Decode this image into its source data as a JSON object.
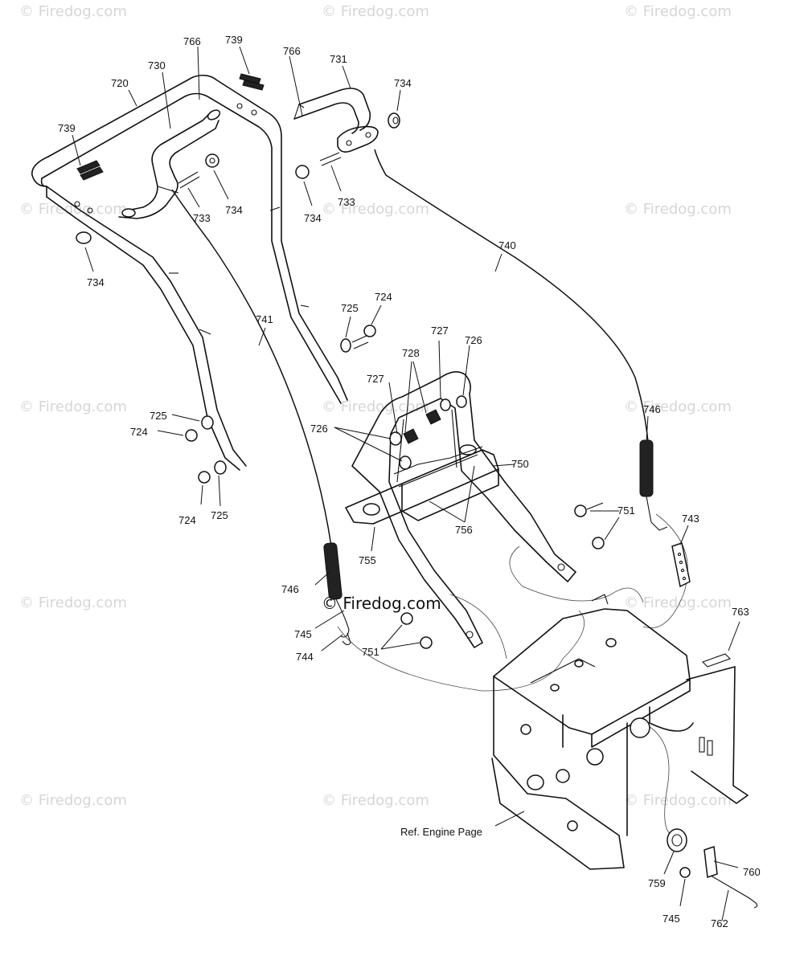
{
  "watermark": {
    "text": "© Firedog.com",
    "center_text": "© Firedog.com"
  },
  "part_numbers": {
    "p720": "720",
    "p730": "730",
    "p766a": "766",
    "p739a": "739",
    "p766b": "766",
    "p731": "731",
    "p734a": "734",
    "p739b": "739",
    "p733a": "733",
    "p734b": "734",
    "p734c": "734",
    "p733b": "733",
    "p734d": "734",
    "p740": "740",
    "p741": "741",
    "p725a": "725",
    "p724a": "724",
    "p727a": "727",
    "p726a": "726",
    "p728": "728",
    "p727b": "727",
    "p726b": "726",
    "p725b": "725",
    "p724b": "724",
    "p724c": "724",
    "p725c": "725",
    "p746a": "746",
    "p750": "750",
    "p751a": "751",
    "p743": "743",
    "p756": "756",
    "p755": "755",
    "p746b": "746",
    "p745a": "745",
    "p744": "744",
    "p751b": "751",
    "p763": "763",
    "ref_engine": "Ref. Engine Page",
    "p760": "760",
    "p759": "759",
    "p745b": "745",
    "p762": "762"
  }
}
